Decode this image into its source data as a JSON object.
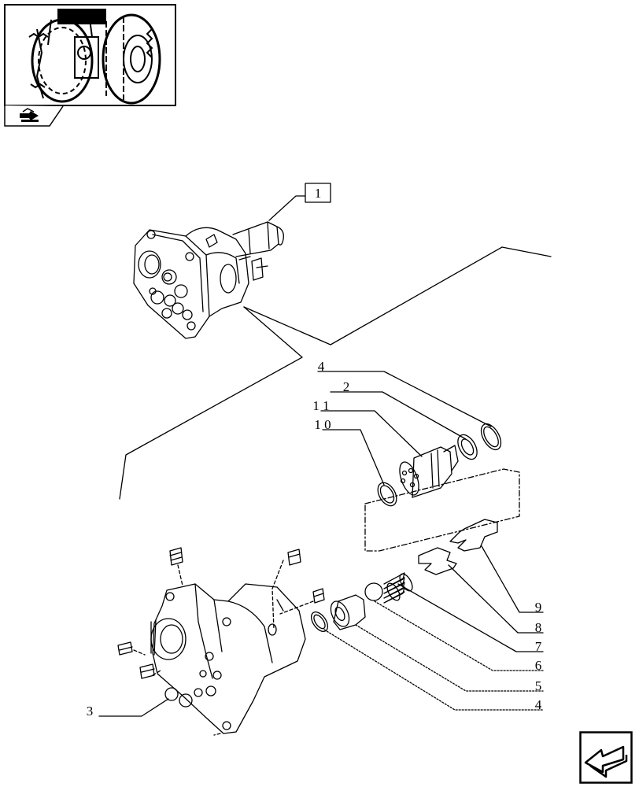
{
  "diagram": {
    "callouts": {
      "c1": "1",
      "c4_top": "4",
      "c2": "2",
      "c11": "1 1",
      "c10": "1 0",
      "c9": "9",
      "c8": "8",
      "c7": "7",
      "c6": "6",
      "c5": "5",
      "c4_bottom": "4",
      "c3": "3"
    }
  },
  "icons": {
    "thumbnail": "tractor-thumbnail",
    "tab": "manual-section-icon",
    "nav": "next-page-arrow-icon"
  }
}
